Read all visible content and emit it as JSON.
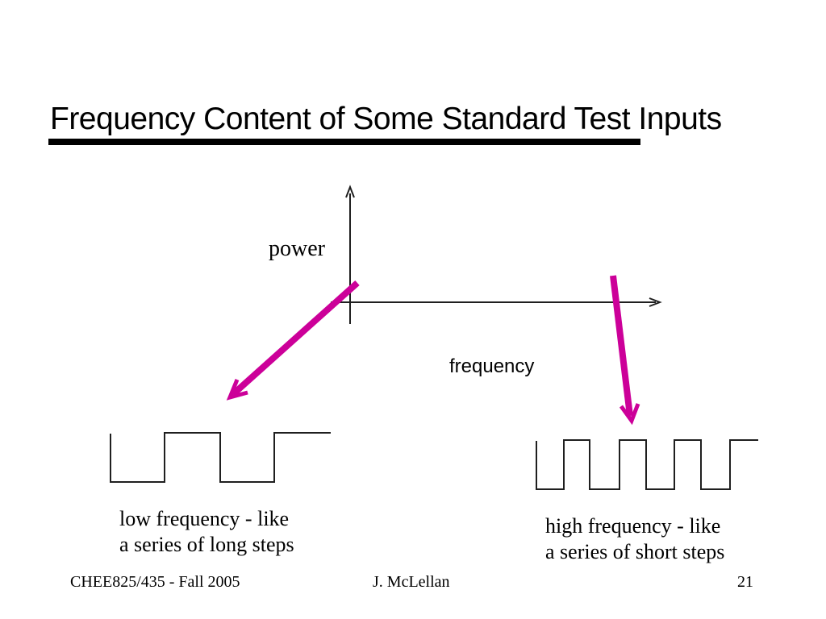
{
  "colors": {
    "accent_arrow": "#CC0099",
    "ink": "#1f1f1f"
  },
  "title": {
    "text": "Frequency Content of Some Standard Test Inputs"
  },
  "axes": {
    "y_label": "power",
    "x_label": "frequency"
  },
  "captions": {
    "left": {
      "line1": "low frequency - like",
      "line2": "a series of long steps"
    },
    "right": {
      "line1": "high frequency - like",
      "line2": "a series of short steps"
    }
  },
  "footer": {
    "course": "CHEE825/435 - Fall 2005",
    "author": "J. McLellan",
    "page_number": "21"
  }
}
